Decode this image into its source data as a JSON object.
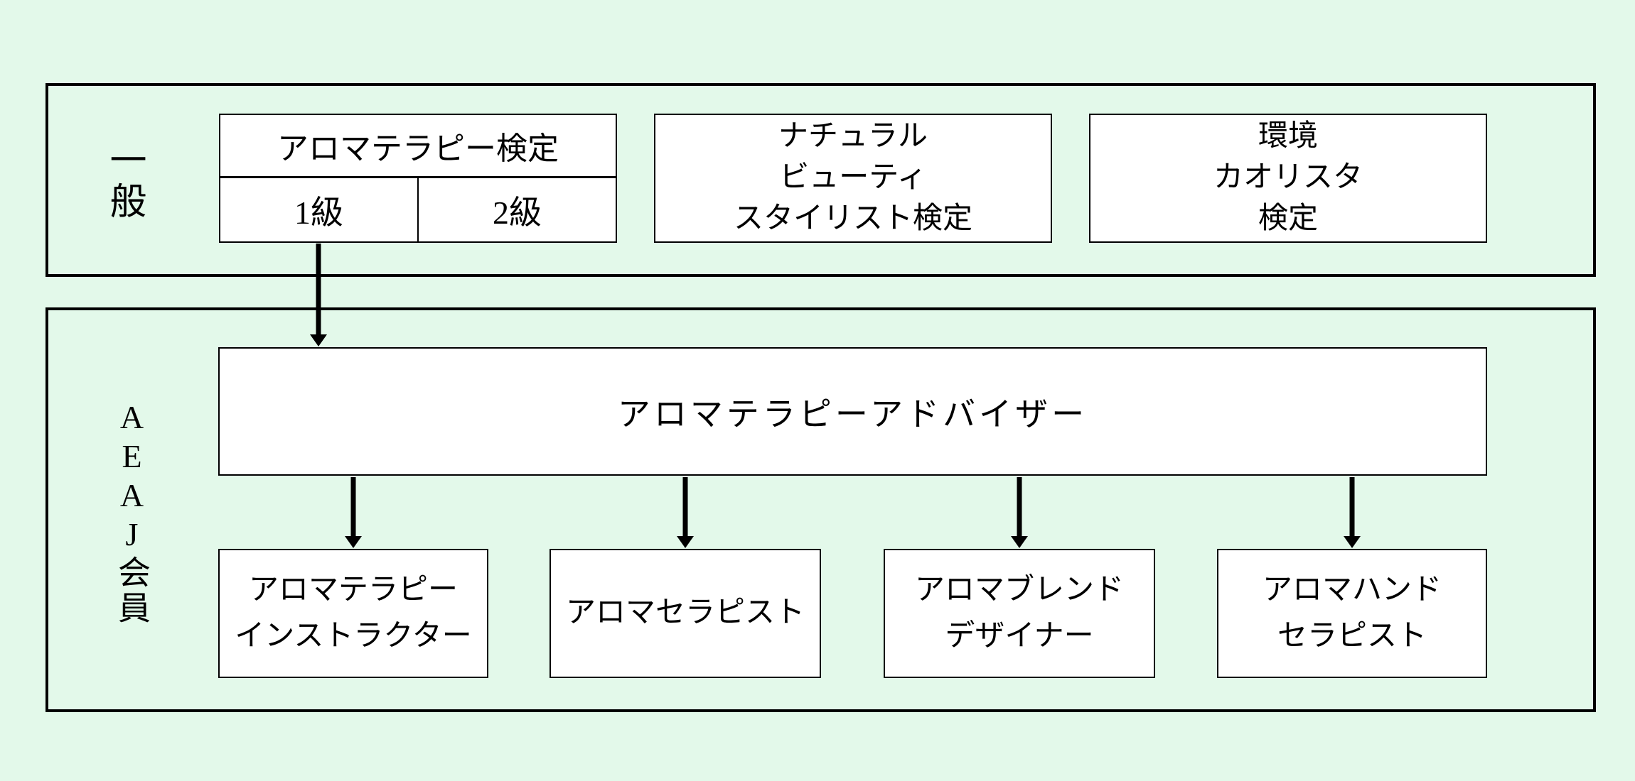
{
  "colors": {
    "background": "#e3f9ea",
    "box_background": "#ffffff",
    "border": "#000000",
    "arrow": "#000000"
  },
  "sections": {
    "general": {
      "label": "一般"
    },
    "aeaj": {
      "label": "AEAJ会員"
    }
  },
  "top_row": {
    "aromatherapy_kentei": {
      "title": "アロマテラピー検定",
      "grades": [
        "1級",
        "2級"
      ]
    },
    "natural_beauty_stylist": {
      "lines": [
        "ナチュラル",
        "ビューティ",
        "スタイリスト検定"
      ]
    },
    "kankyo_kaorista": {
      "lines": [
        "環境",
        "カオリスタ",
        "検定"
      ]
    }
  },
  "advisor": {
    "label": "アロマテラピーアドバイザー"
  },
  "bottom_row": [
    {
      "lines": [
        "アロマテラピー",
        "インストラクター"
      ]
    },
    {
      "lines": [
        "アロマセラピスト"
      ]
    },
    {
      "lines": [
        "アロマブレンド",
        "デザイナー"
      ]
    },
    {
      "lines": [
        "アロマハンド",
        "セラピスト"
      ]
    }
  ]
}
